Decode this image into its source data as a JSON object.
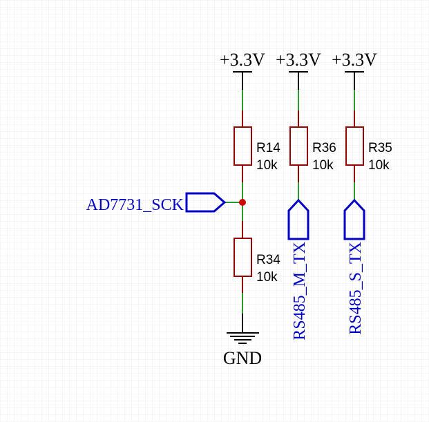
{
  "schematic": {
    "power_labels": [
      "+3.3V",
      "+3.3V",
      "+3.3V"
    ],
    "ground_label": "GND",
    "resistors": [
      {
        "ref": "R14",
        "value": "10k"
      },
      {
        "ref": "R36",
        "value": "10k"
      },
      {
        "ref": "R35",
        "value": "10k"
      },
      {
        "ref": "R34",
        "value": "10k"
      }
    ],
    "net_labels": {
      "sck": "AD7731_SCK",
      "m_tx": "RS485_M_TX",
      "s_tx": "RS485_S_TX"
    },
    "colors": {
      "grid": "#ececec",
      "wire": "#2a9a2a",
      "resistor": "#990000",
      "net_label": "#0000c8",
      "pin": "#000000",
      "junction": "#cc0000"
    }
  }
}
